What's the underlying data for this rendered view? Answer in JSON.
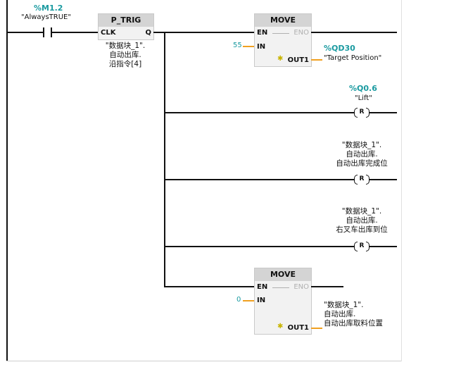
{
  "rung": {
    "contact": {
      "address": "%M1.2",
      "name": "\"AlwaysTRUE\""
    },
    "p_trig": {
      "title": "P_TRIG",
      "clk": "CLK",
      "q": "Q",
      "operand": [
        "\"数据块_1\".",
        "自动出库.",
        "沿指令[4]"
      ]
    },
    "move1": {
      "title": "MOVE",
      "en": "EN",
      "eno": "ENO",
      "in": "IN",
      "out": "OUT1",
      "in_value": "55",
      "out_address": "%QD30",
      "out_name": "\"Target Position\""
    },
    "coil1": {
      "address": "%Q0.6",
      "name": "\"Lift\"",
      "type": "R"
    },
    "coil2": {
      "operand": [
        "\"数据块_1\".",
        "自动出库.",
        "自动出库完成位"
      ],
      "type": "R"
    },
    "coil3": {
      "operand": [
        "\"数据块_1\".",
        "自动出库.",
        "右叉车出库到位"
      ],
      "type": "R"
    },
    "move2": {
      "title": "MOVE",
      "en": "EN",
      "eno": "ENO",
      "in": "IN",
      "out": "OUT1",
      "in_value": "0",
      "out_operand": [
        "\"数据块_1\".",
        "自动出库.",
        "自动出库取料位置"
      ]
    }
  },
  "colors": {
    "tag_address": "#1a9aa0",
    "wire_orange": "#f0a020",
    "block_head": "#d4d4d4"
  }
}
